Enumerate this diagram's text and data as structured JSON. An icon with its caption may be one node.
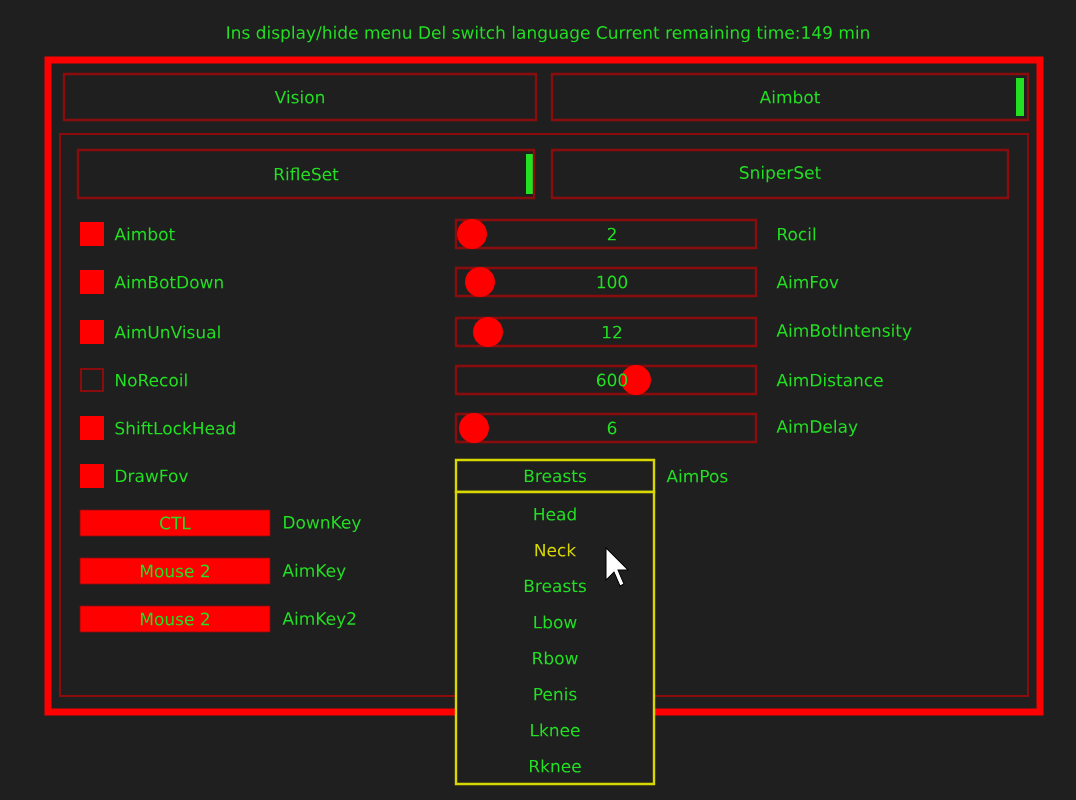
{
  "diagram": {
    "nodes": [
      {
        "text": [
          "Vision"
        ]
      },
      {
        "text": [
          "Aimbot"
        ]
      },
      {
        "text": [
          "RifleSet"
        ]
      },
      {
        "text": [
          "SniperSet"
        ]
      },
      {
        "text": [
          "2"
        ]
      },
      {
        "text": [
          "100"
        ]
      },
      {
        "text": [
          "12"
        ]
      },
      {
        "text": [
          "600"
        ]
      },
      {
        "text": [
          "6"
        ]
      },
      {
        "text": [
          "CTL"
        ]
      },
      {
        "text": [
          "Mouse 2"
        ]
      },
      {
        "text": [
          "Mouse 2"
        ]
      },
      {
        "text": [
          "Breasts"
        ]
      },
      {
        "text": [
          "Head",
          "Neck",
          "Breasts",
          "Lbow",
          "Rbow",
          "Penis",
          "Lknee",
          "Rknee"
        ]
      }
    ],
    "labels": [
      "Ins display/hide menu  Del switch language  Current remaining time:149 min",
      "Aimbot",
      "Rocil",
      "AimBotDown",
      "AimFov",
      "AimUnVisual",
      "AimBotIntensity",
      "NoRecoil",
      "AimDistance",
      "ShiftLockHead",
      "AimDelay",
      "DrawFov",
      "AimPos",
      "DownKey",
      "AimKey",
      "AimKey2"
    ]
  }
}
